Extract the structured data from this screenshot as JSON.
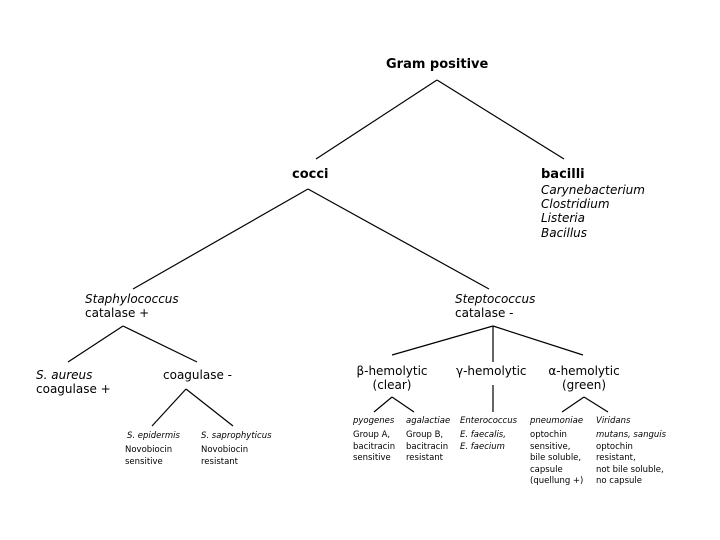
{
  "root": {
    "label": "Gram positive"
  },
  "cocci": {
    "label": "cocci"
  },
  "bacilli": {
    "label": "bacilli",
    "examples": [
      "Carynebacterium",
      "Clostridium",
      "Listeria",
      "Bacillus"
    ]
  },
  "staph": {
    "name": "Staphylococcus",
    "test": "catalase +",
    "aureus": {
      "name": "S. aureus",
      "test": "coagulase +"
    },
    "coag_neg": {
      "label": "coagulase -",
      "epidermis": {
        "name": "S. epidermis",
        "line1": "Novobiocin",
        "line2": "sensitive"
      },
      "saprophyticus": {
        "name": "S. saprophyticus",
        "line1": "Novobiocin",
        "line2": "resistant"
      }
    }
  },
  "strep": {
    "name": "Steptococcus",
    "test": "catalase -",
    "beta": {
      "line1": "β-hemolytic",
      "line2": "(clear)",
      "pyogenes": {
        "name": "pyogenes",
        "lines": [
          "Group A,",
          "bacitracin",
          "sensitive"
        ]
      },
      "agalactiae": {
        "name": "agalactiae",
        "lines": [
          "Group B,",
          "bacitracin",
          "resistant"
        ]
      }
    },
    "gamma": {
      "line1": "γ-hemolytic",
      "enterococcus": {
        "name": "Enterococcus",
        "lines": [
          "E. faecalis,",
          "E. faecium"
        ]
      }
    },
    "alpha": {
      "line1": "α-hemolytic",
      "line2": "(green)",
      "pneumoniae": {
        "name": "pneumoniae",
        "lines": [
          "optochin",
          "sensitive,",
          "bile soluble,",
          "capsule",
          "(quellung +)"
        ]
      },
      "viridans": {
        "name": "Viridans",
        "lines": [
          "mutans, sanguis",
          "optochin",
          "resistant,",
          "not bile soluble,",
          "no capsule"
        ]
      }
    }
  }
}
